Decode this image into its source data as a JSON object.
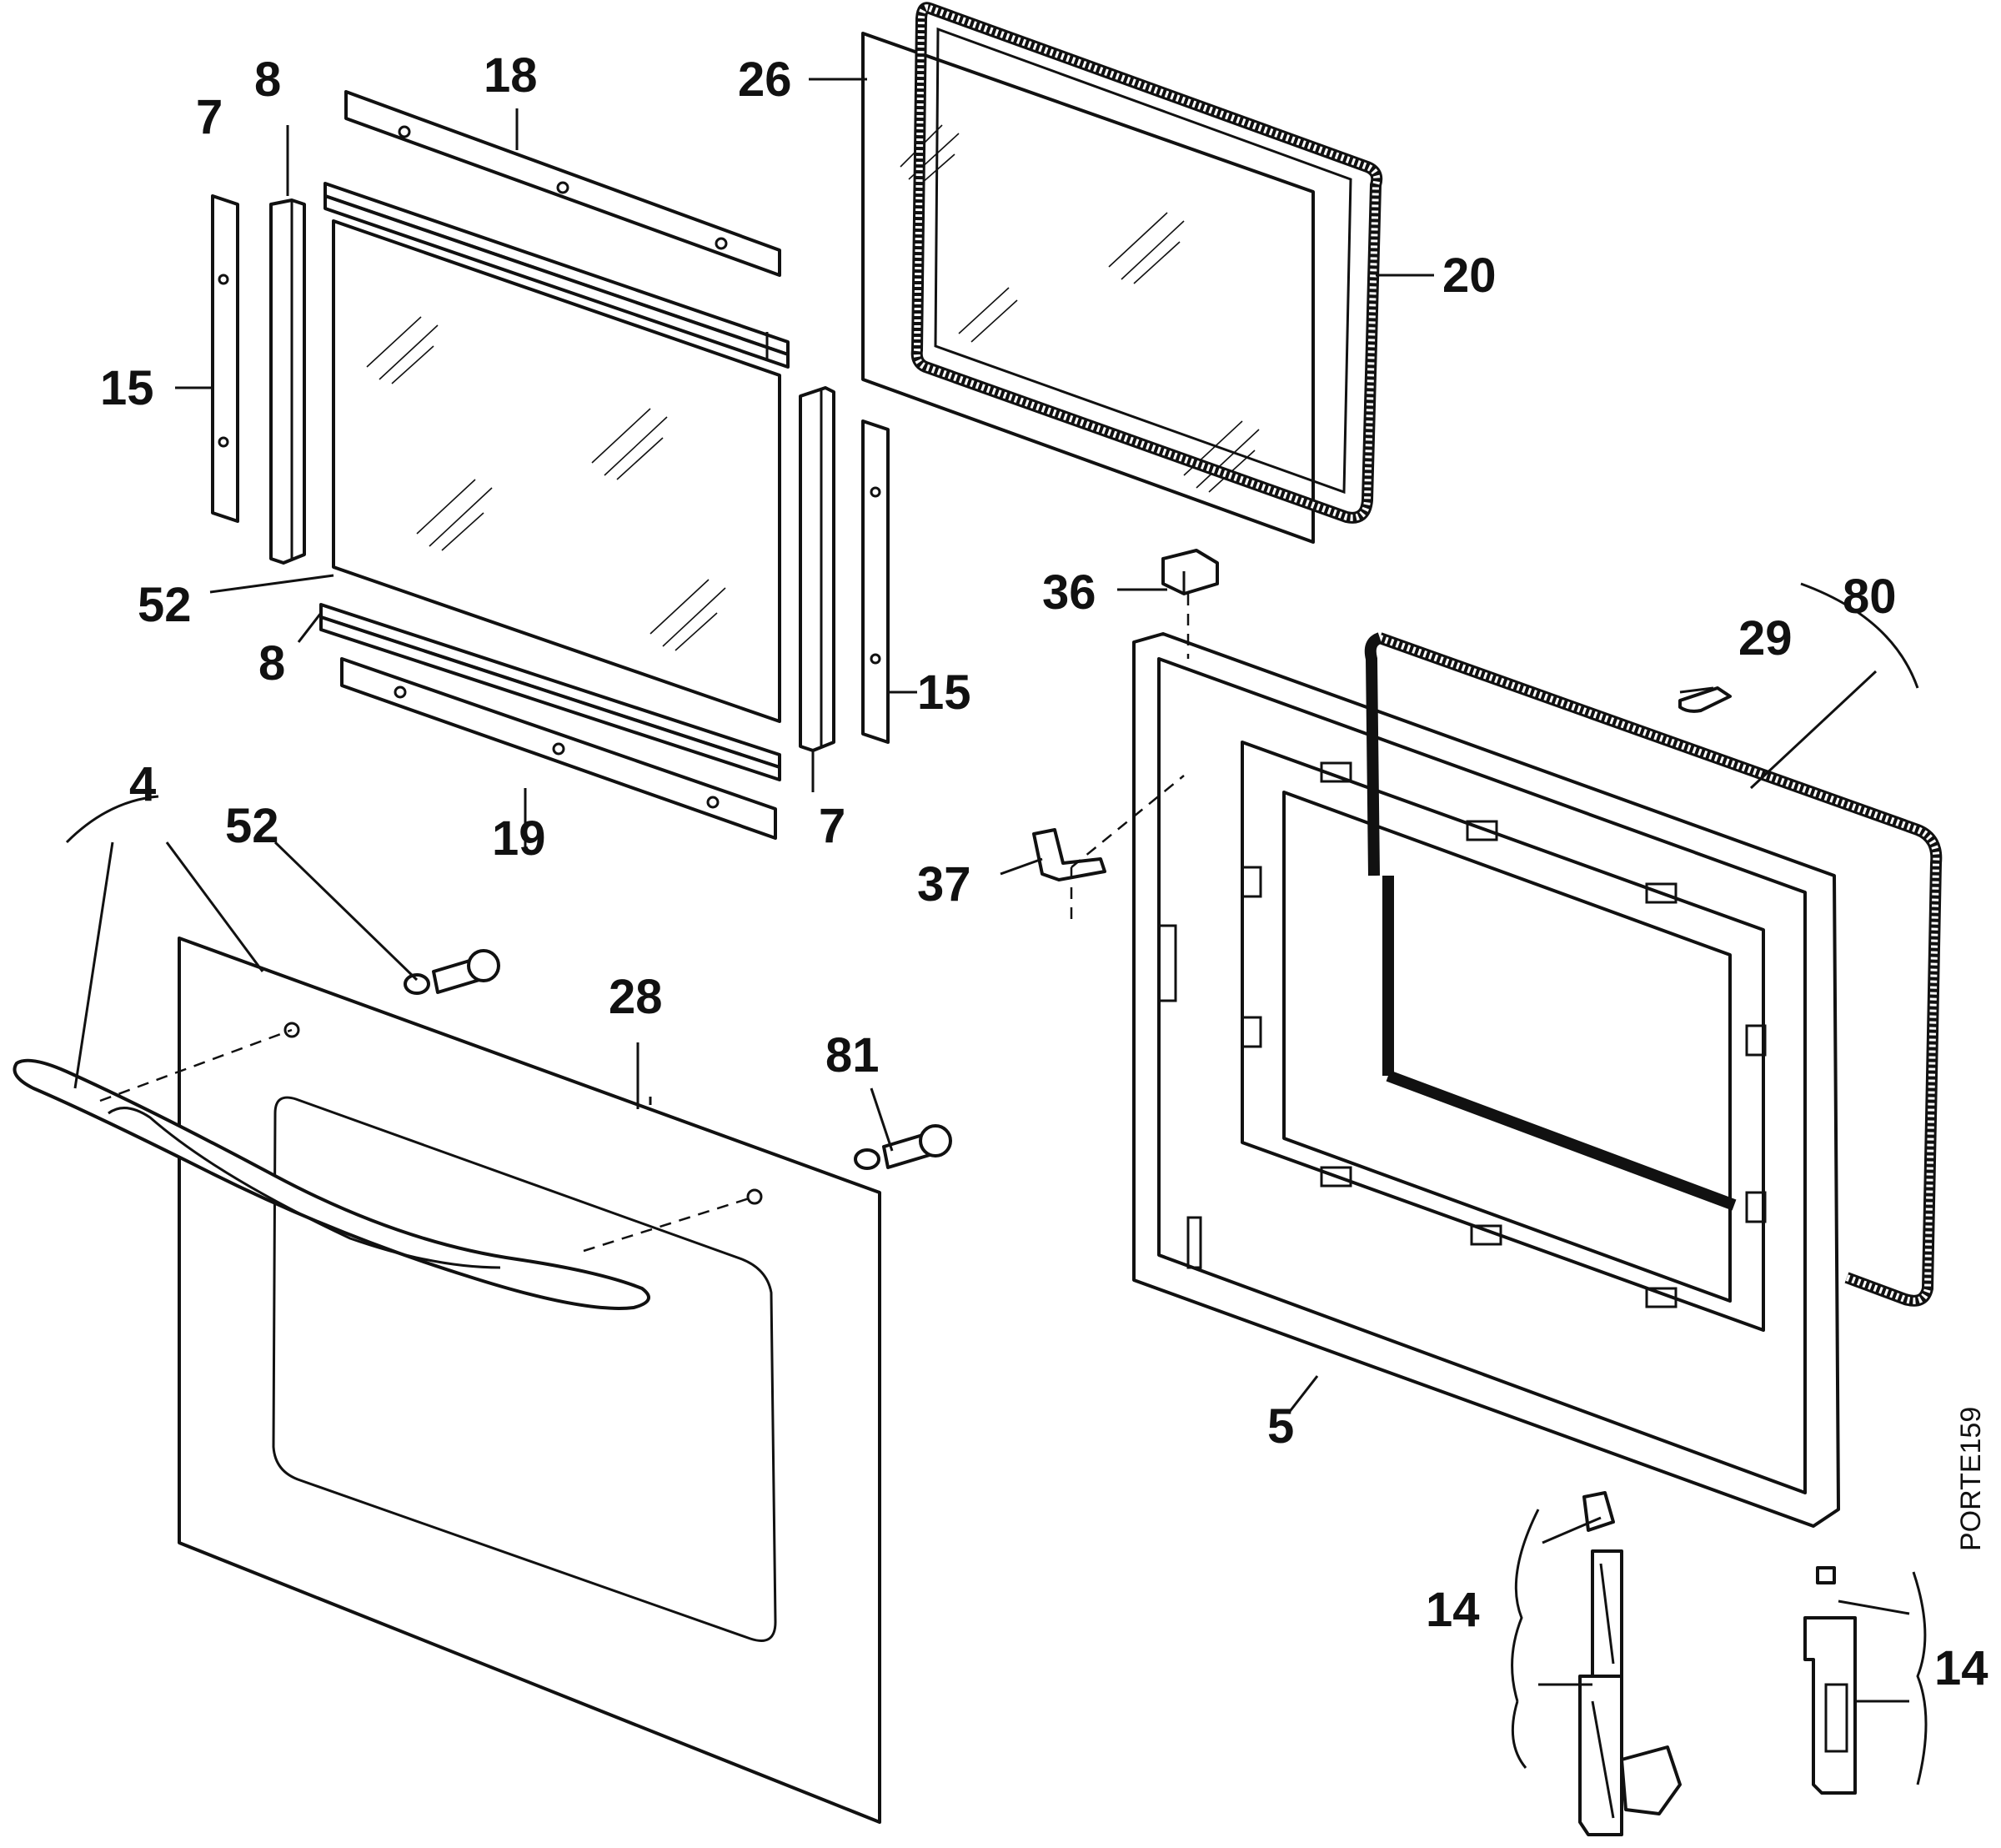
{
  "drawing_code": "PORTE159",
  "callouts": [
    {
      "id": "c4",
      "text": "4"
    },
    {
      "id": "c5",
      "text": "5"
    },
    {
      "id": "c7a",
      "text": "7"
    },
    {
      "id": "c7b",
      "text": "7"
    },
    {
      "id": "c8a",
      "text": "8"
    },
    {
      "id": "c8b",
      "text": "8"
    },
    {
      "id": "c14a",
      "text": "14"
    },
    {
      "id": "c14b",
      "text": "14"
    },
    {
      "id": "c15a",
      "text": "15"
    },
    {
      "id": "c15b",
      "text": "15"
    },
    {
      "id": "c18",
      "text": "18"
    },
    {
      "id": "c19",
      "text": "19"
    },
    {
      "id": "c20",
      "text": "20"
    },
    {
      "id": "c26",
      "text": "26"
    },
    {
      "id": "c28",
      "text": "28"
    },
    {
      "id": "c29",
      "text": "29"
    },
    {
      "id": "c36",
      "text": "36"
    },
    {
      "id": "c37",
      "text": "37"
    },
    {
      "id": "c52a",
      "text": "52"
    },
    {
      "id": "c52b",
      "text": "52"
    },
    {
      "id": "c80",
      "text": "80"
    },
    {
      "id": "c81",
      "text": "81"
    }
  ]
}
